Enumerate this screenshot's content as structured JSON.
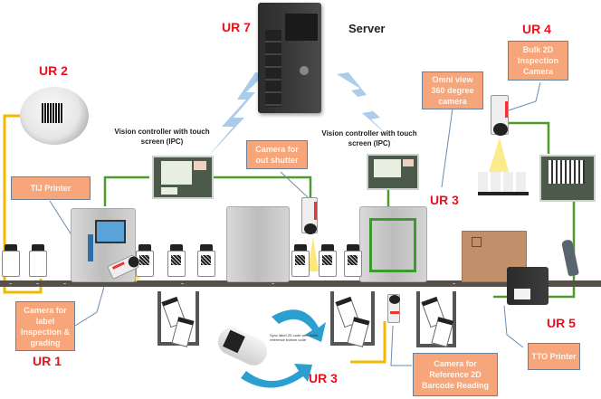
{
  "diagram": {
    "title": "Track and trace vision inspection system",
    "ur_labels": {
      "ur1": "UR 1",
      "ur2": "UR 2",
      "ur3_top": "UR 3",
      "ur3_bottom": "UR 3",
      "ur4": "UR 4",
      "ur5": "UR 5",
      "ur7": "UR 7"
    },
    "server_label": "Server",
    "captions": {
      "vision_controller_left": "Vision controller with touch screen (IPC)",
      "vision_controller_right": "Vision controller with touch screen (IPC)"
    },
    "callouts": {
      "tij_printer": "TIJ Printer",
      "camera_label_inspection": "Camera for label Inspection & grading",
      "camera_out_shutter": "Camera for out shutter",
      "omni_view_camera": "Omni view 360 degree camera",
      "bulk_2d_camera": "Bulk 2D Inspection Camera",
      "camera_reference_2d": "Camera for Reference 2D Barcode Reading",
      "tto_printer": "TTO Printer"
    },
    "sync_note": "Sync label 2D code with bottle reference bottom code",
    "colors": {
      "ur_label": "#e8101c",
      "callout_fill": "#f7a57a",
      "callout_border": "#6a7f9a",
      "network_line": "#4e9a2e",
      "sync_line": "#f5b800",
      "arrow": "#2a9fd0"
    }
  }
}
